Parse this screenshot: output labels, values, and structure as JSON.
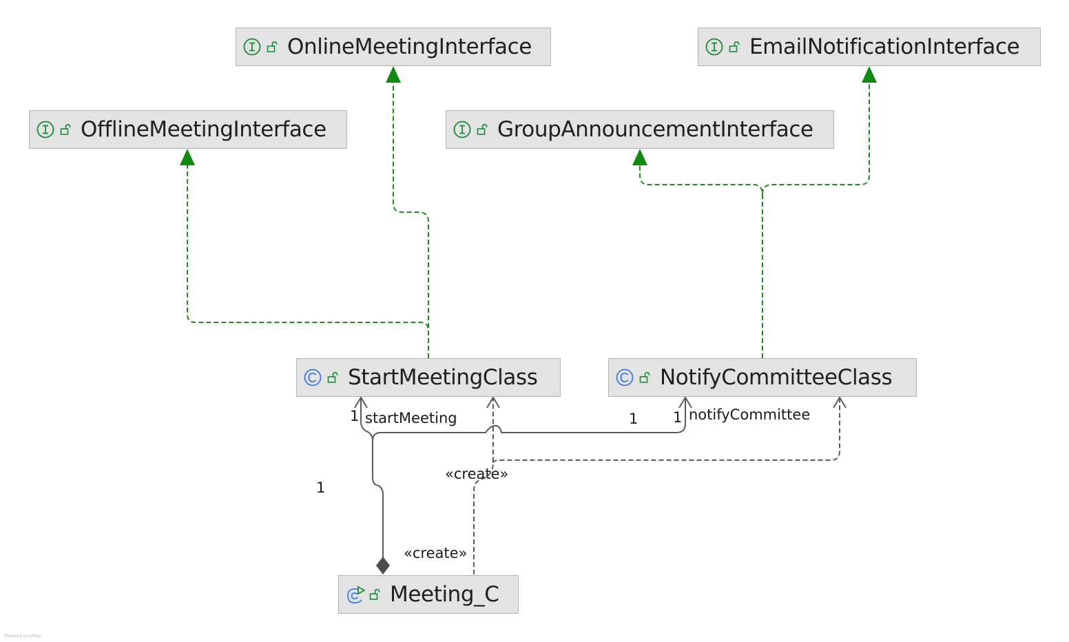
{
  "nodes": [
    {
      "id": "online",
      "kind": "interface",
      "name": "OnlineMeetingInterface"
    },
    {
      "id": "email",
      "kind": "interface",
      "name": "EmailNotificationInterface"
    },
    {
      "id": "offline",
      "kind": "interface",
      "name": "OfflineMeetingInterface"
    },
    {
      "id": "group",
      "kind": "interface",
      "name": "GroupAnnouncementInterface"
    },
    {
      "id": "start",
      "kind": "class",
      "name": "StartMeetingClass"
    },
    {
      "id": "notify",
      "kind": "class",
      "name": "NotifyCommitteeClass"
    },
    {
      "id": "meeting",
      "kind": "main-class",
      "name": "Meeting_C"
    }
  ],
  "edges": [
    {
      "from": "start",
      "to": "offline",
      "type": "implements"
    },
    {
      "from": "start",
      "to": "online",
      "type": "implements"
    },
    {
      "from": "notify",
      "to": "group",
      "type": "implements"
    },
    {
      "from": "notify",
      "to": "email",
      "type": "implements"
    },
    {
      "from": "meeting",
      "to": "start",
      "type": "composition",
      "role": "startMeeting",
      "source_multiplicity": "1",
      "target_multiplicity": "1"
    },
    {
      "from": "meeting",
      "to": "notify",
      "type": "composition",
      "role": "notifyCommittee",
      "source_multiplicity": "1",
      "target_multiplicity": "1"
    },
    {
      "from": "meeting",
      "to": "start",
      "type": "dependency",
      "stereotype": "«create»"
    },
    {
      "from": "meeting",
      "to": "notify",
      "type": "dependency",
      "stereotype": "«create»"
    }
  ],
  "labels": {
    "start_mult": "1",
    "start_role": "startMeeting",
    "notify_src_mult": "1",
    "notify_mult": "1",
    "notify_role": "notifyCommittee",
    "create_upper": "«create»",
    "create_lower": "«create»",
    "meeting_mult": "1"
  },
  "colors": {
    "interface_icon": "#1a8a3a",
    "class_icon": "#3f7be0",
    "implements_edge": "#1f8a1f",
    "association_edge": "#5a5a5a",
    "node_fill": "#e3e3e3"
  },
  "footer": "Powered by yFiles"
}
